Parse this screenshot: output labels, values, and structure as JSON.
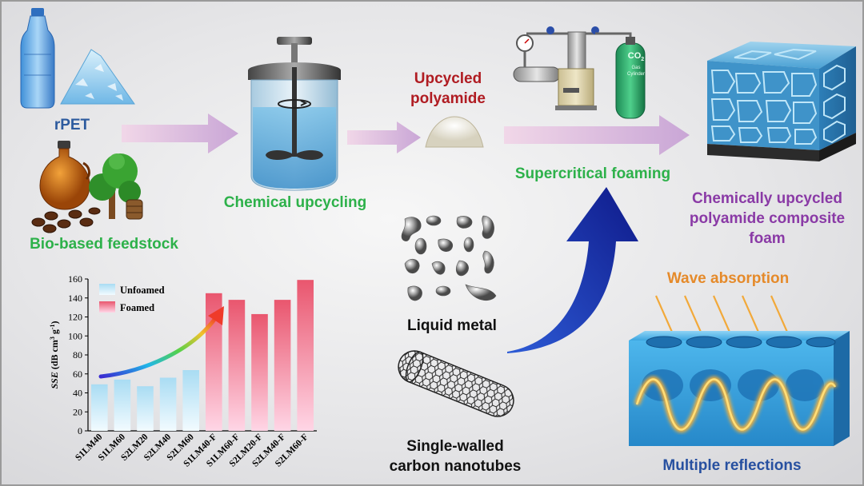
{
  "labels": {
    "rpet": "rPET",
    "bio_feedstock": "Bio-based feedstock",
    "chemical_upcycling": "Chemical upcycling",
    "upcycled_polyamide_1": "Upcycled",
    "upcycled_polyamide_2": "polyamide",
    "supercritical_foaming": "Supercritical foaming",
    "composite_foam_1": "Chemically upcycled",
    "composite_foam_2": "polyamide composite",
    "composite_foam_3": "foam",
    "liquid_metal": "Liquid metal",
    "swcnt_1": "Single-walled",
    "swcnt_2": "carbon nanotubes",
    "wave_absorption": "Wave absorption",
    "multiple_reflections": "Multiple reflections",
    "co2_cylinder_1": "CO",
    "co2_cylinder_sub": "2",
    "co2_cylinder_2": "Gas",
    "co2_cylinder_3": "Cylinder"
  },
  "colors": {
    "green": "#2db14a",
    "navy": "#2c5a9e",
    "red": "#b01c22",
    "purple": "#8a3aa6",
    "orange": "#e58a2a",
    "unfoamed": "#bfe3f2",
    "foamed": "#ee6a7e",
    "arrow_pink": "#e7b6d8",
    "arrow_blue": "#1e2fa0"
  },
  "chart_data": {
    "type": "bar",
    "categories": [
      "S1LM40",
      "S1LM60",
      "S2LM20",
      "S2LM40",
      "S2LM60",
      "S1LM40-F",
      "S1LM60-F",
      "S2LM20-F",
      "S2LM40-F",
      "S2LM60-F"
    ],
    "series": [
      {
        "name": "Unfoamed",
        "values": [
          49,
          54,
          47,
          56,
          64,
          null,
          null,
          null,
          null,
          null
        ]
      },
      {
        "name": "Foamed",
        "values": [
          null,
          null,
          null,
          null,
          null,
          145,
          138,
          123,
          138,
          159
        ]
      }
    ],
    "ylabel_italic": "SSE",
    "ylabel_rest": " (dB cm",
    "ylabel_sup1": "3",
    "ylabel_mid": " g",
    "ylabel_sup2": "-1",
    "ylabel_end": ")",
    "ylim": [
      0,
      160
    ],
    "yticks": [
      "0",
      "20",
      "40",
      "60",
      "80",
      "100",
      "120",
      "140",
      "160"
    ],
    "legend_position": "top-left",
    "grid": false
  }
}
